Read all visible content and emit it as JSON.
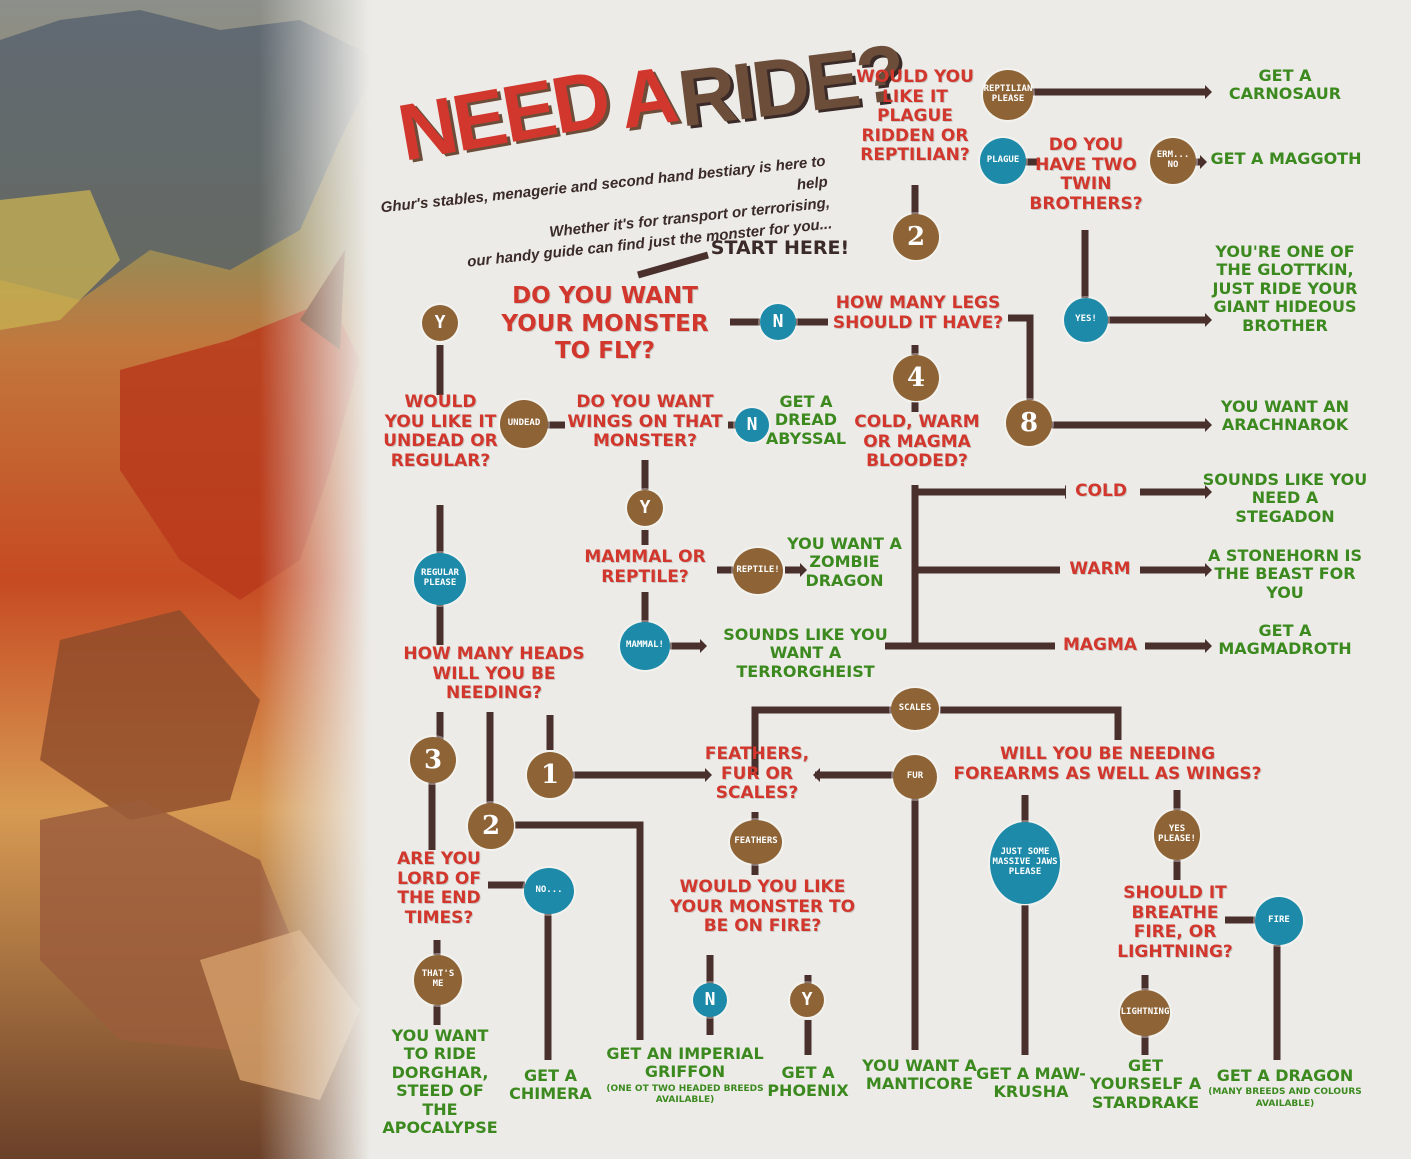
{
  "title": {
    "word1": "NEED",
    "word2": "A",
    "word3": "RIDE?"
  },
  "intro": [
    "Ghur's stables, menagerie and second hand bestiary is here to help",
    "Whether it's for transport or terrorising,",
    "our handy guide can find just the monster for you..."
  ],
  "start": "START HERE!",
  "questions": {
    "fly": "DO YOU WANT YOUR MONSTER TO FLY?",
    "legs": "HOW MANY LEGS SHOULD IT HAVE?",
    "plague": "WOULD YOU LIKE IT PLAGUE RIDDEN OR REPTILIAN?",
    "twins": "DO YOU HAVE TWO TWIN BROTHERS?",
    "blood": "COLD, WARM OR MAGMA BLOODED?",
    "undead": "WOULD YOU LIKE IT UNDEAD OR REGULAR?",
    "wings": "DO YOU WANT WINGS ON THAT MONSTER?",
    "mammal": "MAMMAL OR REPTILE?",
    "heads": "HOW MANY HEADS WILL YOU BE NEEDING?",
    "feathers": "FEATHERS, FUR OR SCALES?",
    "forearms": "WILL YOU BE NEEDING FOREARMS AS WELL AS WINGS?",
    "lord": "ARE YOU LORD OF THE END TIMES?",
    "fire": "WOULD YOU LIKE YOUR MONSTER TO BE ON FIRE?",
    "breathe": "SHOULD IT BREATHE FIRE, OR LIGHTNING?"
  },
  "answers": {
    "carnosaur": "GET A CARNOSAUR",
    "maggoth": "GET A MAGGOTH",
    "glottkin": "YOU'RE ONE OF THE GLOTTKIN, JUST RIDE YOUR GIANT HIDEOUS BROTHER",
    "arachnarok": "YOU WANT AN ARACHNAROK",
    "stegadon": "SOUNDS LIKE YOU NEED A STEGADON",
    "stonehorn": "A STONEHORN IS THE BEAST FOR YOU",
    "magmadroth": "GET A MAGMADROTH",
    "dread_abyssal": "GET A DREAD ABYSSAL",
    "zombie_dragon": "YOU WANT A ZOMBIE DRAGON",
    "terrorgheist": "SOUNDS LIKE YOU WANT A TERRORGHEIST",
    "dorghar": "YOU WANT TO RIDE DORGHAR, STEED OF THE APOCALYPSE",
    "chimera": "GET A CHIMERA",
    "griffon": "GET AN IMPERIAL GRIFFON",
    "griffon_note": "(ONE OT TWO HEADED BREEDS AVAILABLE)",
    "phoenix": "GET A PHOENIX",
    "manticore": "YOU WANT A MANTICORE",
    "mawkrusha": "GET A MAW-KRUSHA",
    "stardrake": "GET YOURSELF A STARDRAKE",
    "dragon": "GET A DRAGON",
    "dragon_note": "(MANY BREEDS AND COLOURS AVAILABLE)"
  },
  "labels": {
    "cold": "COLD",
    "warm": "WARM",
    "magma": "MAGMA"
  },
  "badges": {
    "reptilian_please": "REPTILIAN PLEASE",
    "plague": "PLAGUE",
    "erm_no": "ERM... NO",
    "two": "2",
    "yes_excl": "YES!",
    "n": "N",
    "y": "Y",
    "four": "4",
    "eight": "8",
    "undead": "UNDEAD",
    "reptile_excl": "REPTILE!",
    "mammal_excl": "MAMMAL!",
    "regular_please": "REGULAR PLEASE",
    "scales": "SCALES",
    "fur": "FUR",
    "one": "1",
    "three": "3",
    "feathers": "FEATHERS",
    "jaws": "JUST SOME MASSIVE JAWS PLEASE",
    "yes_please": "YES PLEASE!",
    "no_dots": "NO...",
    "thats_me": "THAT'S ME",
    "fire": "FIRE",
    "lightning": "LIGHTNING"
  },
  "colors": {
    "question": "#d2372d",
    "answer": "#3c8a1f",
    "line": "#4a302c",
    "badge_brown": "#8e6335",
    "badge_teal": "#1c8aa8",
    "paper": "#ecebe7"
  },
  "icons": [
    "dragon-artwork"
  ]
}
